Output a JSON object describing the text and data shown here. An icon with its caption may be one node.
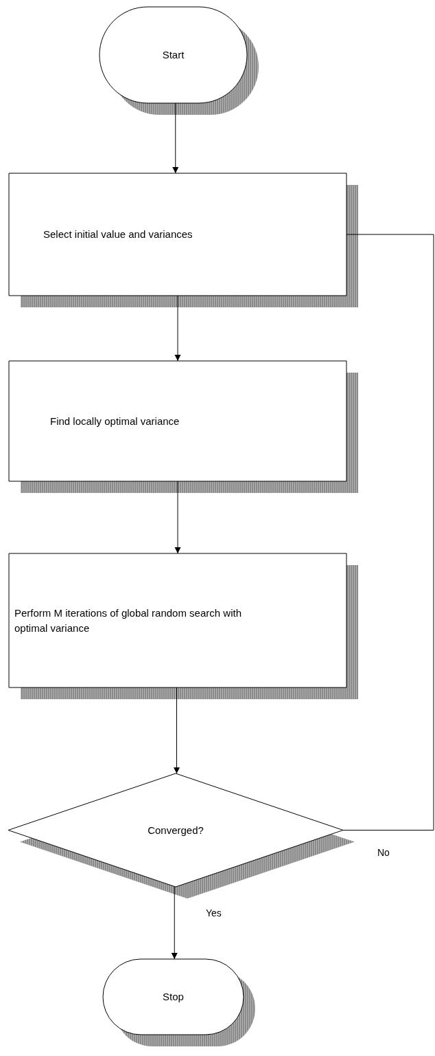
{
  "diagram": {
    "nodes": [
      {
        "text": [
          "Start"
        ]
      },
      {
        "text": [
          "Select initial value and variances"
        ]
      },
      {
        "text": [
          "Find locally optimal variance"
        ]
      },
      {
        "text": [
          "Perform M iterations of global random search with optimal variance"
        ]
      },
      {
        "text": [
          "Converged?"
        ]
      },
      {
        "text": [
          "Stop"
        ]
      }
    ],
    "edges": [
      {
        "from": 0,
        "to": 1,
        "arrow": "to"
      },
      {
        "from": 1,
        "to": 2,
        "arrow": "to"
      },
      {
        "from": 2,
        "to": 3,
        "arrow": "to"
      },
      {
        "from": 3,
        "to": 4,
        "arrow": "to"
      },
      {
        "from": 4,
        "to": 5,
        "arrow": "to",
        "label": "Yes"
      },
      {
        "from": 4,
        "to": 1,
        "arrow": "none",
        "label": "No"
      }
    ]
  }
}
